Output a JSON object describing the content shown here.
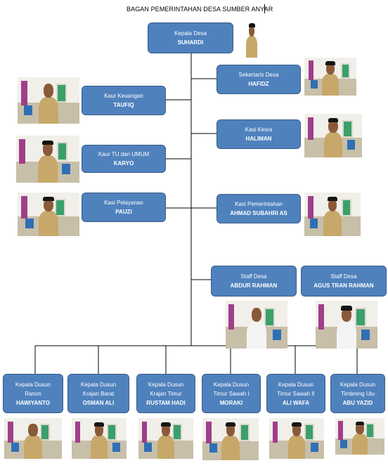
{
  "title": "BAGAN PEMERINTAHAN DESA SUMBER ANYAR",
  "colors": {
    "box_fill": "#4f81bd",
    "box_border": "#385d8a",
    "line": "#000000"
  },
  "head": {
    "role": "Kepala Desa",
    "name": "SUHARDI"
  },
  "left": [
    {
      "role": "Kaur Keuangan",
      "name": "TAUFIQ"
    },
    {
      "role": "Kaur TU dan UMUM",
      "name": "KARYO"
    },
    {
      "role": "Kasi Pelayanan",
      "name": "PAUZI"
    }
  ],
  "right": [
    {
      "role": "Sekertaris Desa",
      "name": "HAFIDZ"
    },
    {
      "role": "Kasi Kesra",
      "name": "HALIMAN"
    },
    {
      "role": "Kasi Pemerintahan",
      "name": "AHMAD SUBAHRI AS"
    }
  ],
  "staff": [
    {
      "role": "Staff Desa",
      "name": "ABDUR RAHMAN"
    },
    {
      "role": "Staff Desa",
      "name": "AGUS TRAN RAHMAN"
    }
  ],
  "dusun": [
    {
      "role": "Kepala Dusun",
      "area": "Ranon",
      "name": "HAWIYANTO"
    },
    {
      "role": "Kepala Dusun",
      "area": "Krajan Barat",
      "name": "OSMAN ALI"
    },
    {
      "role": "Kepala Dusun",
      "area": "Krajan Timur",
      "name": "RUSTAM HADI"
    },
    {
      "role": "Kepala Dusun",
      "area": "Timur Sawah I",
      "name": "MORAKI"
    },
    {
      "role": "Kepala Dusun",
      "area": "Timur Sawah II",
      "name": "ALI WAFA"
    },
    {
      "role": "Kepala Dusun",
      "area": "Timbreng Ulu",
      "name": "ABU YAZID"
    }
  ]
}
